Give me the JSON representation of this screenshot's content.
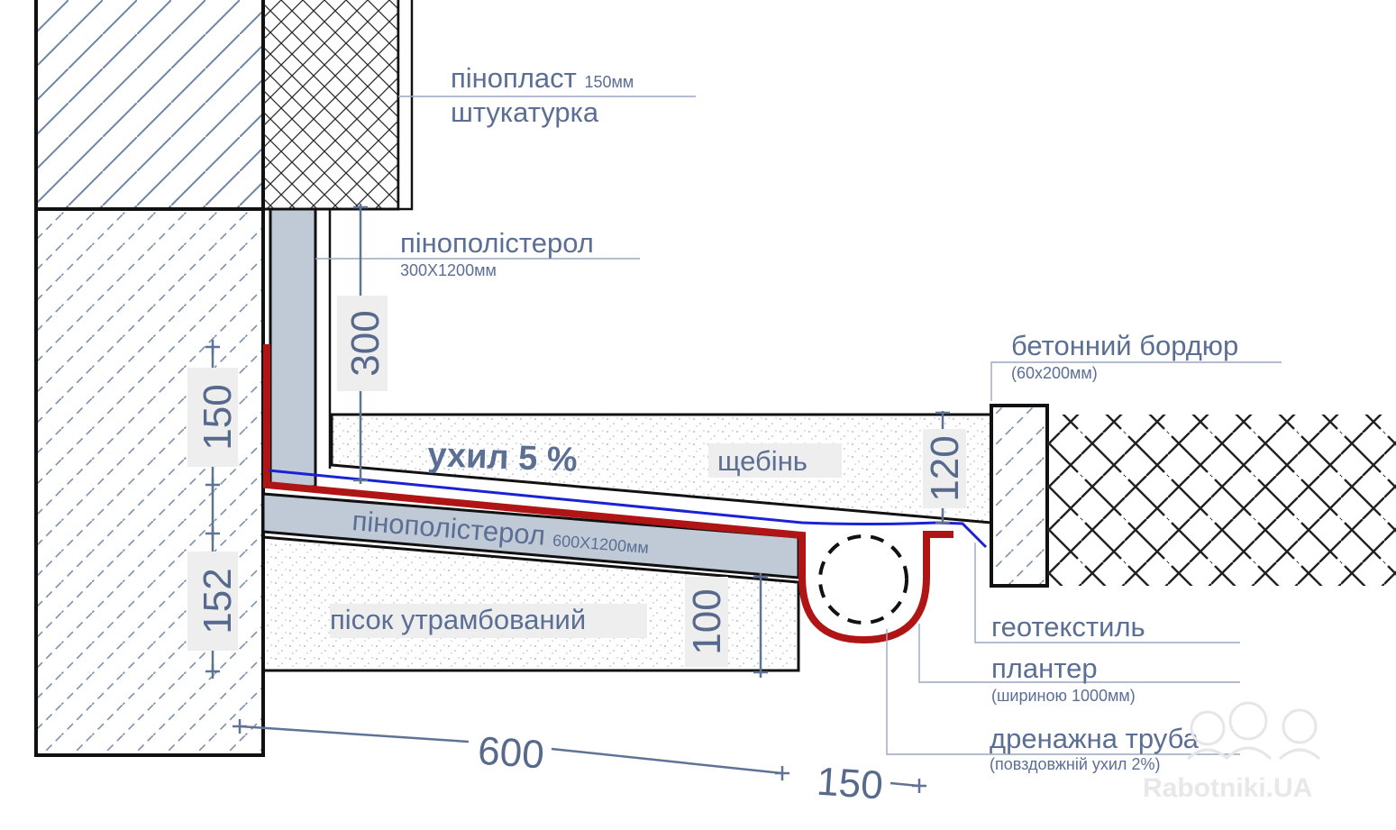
{
  "labels": {
    "foam_plastic": "пінопласт",
    "foam_plastic_size": "150мм",
    "plaster": "штукатурка",
    "eps_vertical": "пінополістерол",
    "eps_vertical_size": "300Х1200мм",
    "curb": "бетонний бордюр",
    "curb_size": "(60х200мм)",
    "slope": "ухил 5 %",
    "gravel": "щебінь",
    "eps_horizontal": "пінополістерол",
    "eps_horizontal_size": "600Х1200мм",
    "sand": "пісок утрамбований",
    "geotextile": "геотекстиль",
    "planter": "плантер",
    "planter_width": "(шириною 1000мм)",
    "drain_pipe": "дренажна труба",
    "drain_slope": "(повздовжній ухил 2%)"
  },
  "dimensions": {
    "d150_vertical": "150",
    "d152_vertical": "152",
    "d300_vertical": "300",
    "d120_vertical": "120",
    "d100_vertical": "100",
    "d600_horizontal": "600",
    "d150_horizontal": "150"
  },
  "watermark": "Rabotniki.UA",
  "colors": {
    "waterproofing": "#b01515",
    "geotextile": "#1a22d6",
    "insulation": "#c0c9d6",
    "dimension": "#57698c",
    "label": "#5b6e94"
  }
}
